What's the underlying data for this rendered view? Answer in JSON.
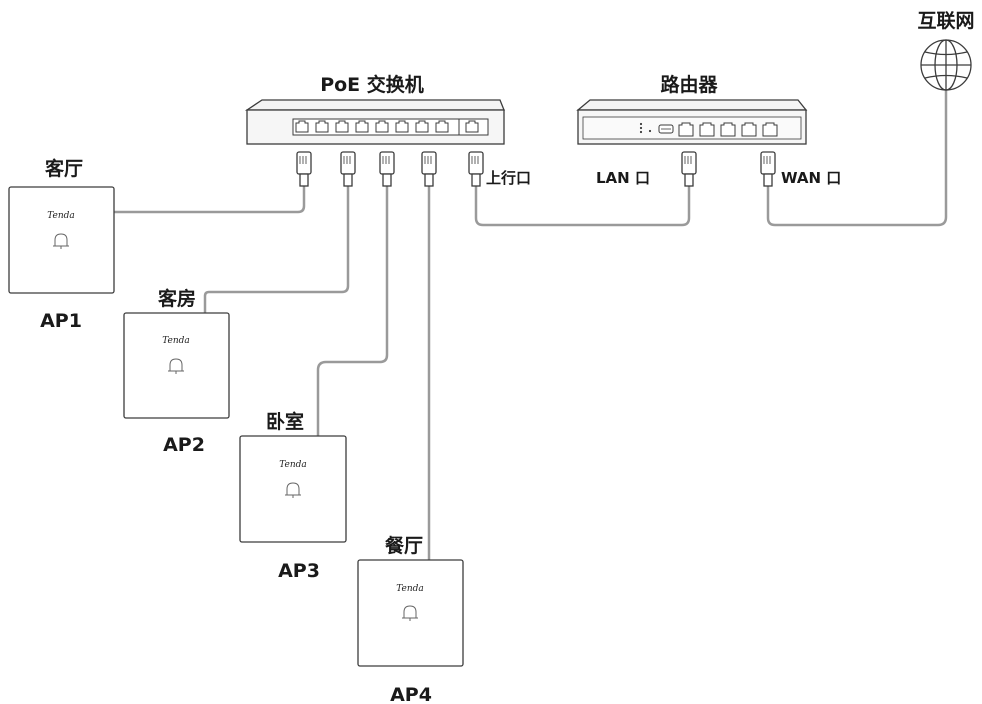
{
  "labels": {
    "poe_switch": "PoE 交换机",
    "router": "路由器",
    "internet": "互联网",
    "uplink_port": "上行口",
    "lan_port": "LAN 口",
    "wan_port": "WAN 口"
  },
  "access_points": [
    {
      "room": "客厅",
      "name": "AP1",
      "brand": "Tenda"
    },
    {
      "room": "客房",
      "name": "AP2",
      "brand": "Tenda"
    },
    {
      "room": "卧室",
      "name": "AP3",
      "brand": "Tenda"
    },
    {
      "room": "餐厅",
      "name": "AP4",
      "brand": "Tenda"
    }
  ],
  "colors": {
    "cable": "#9a9a9a",
    "outline": "#3c3c3c",
    "device_fill": "#f2f2f2"
  }
}
